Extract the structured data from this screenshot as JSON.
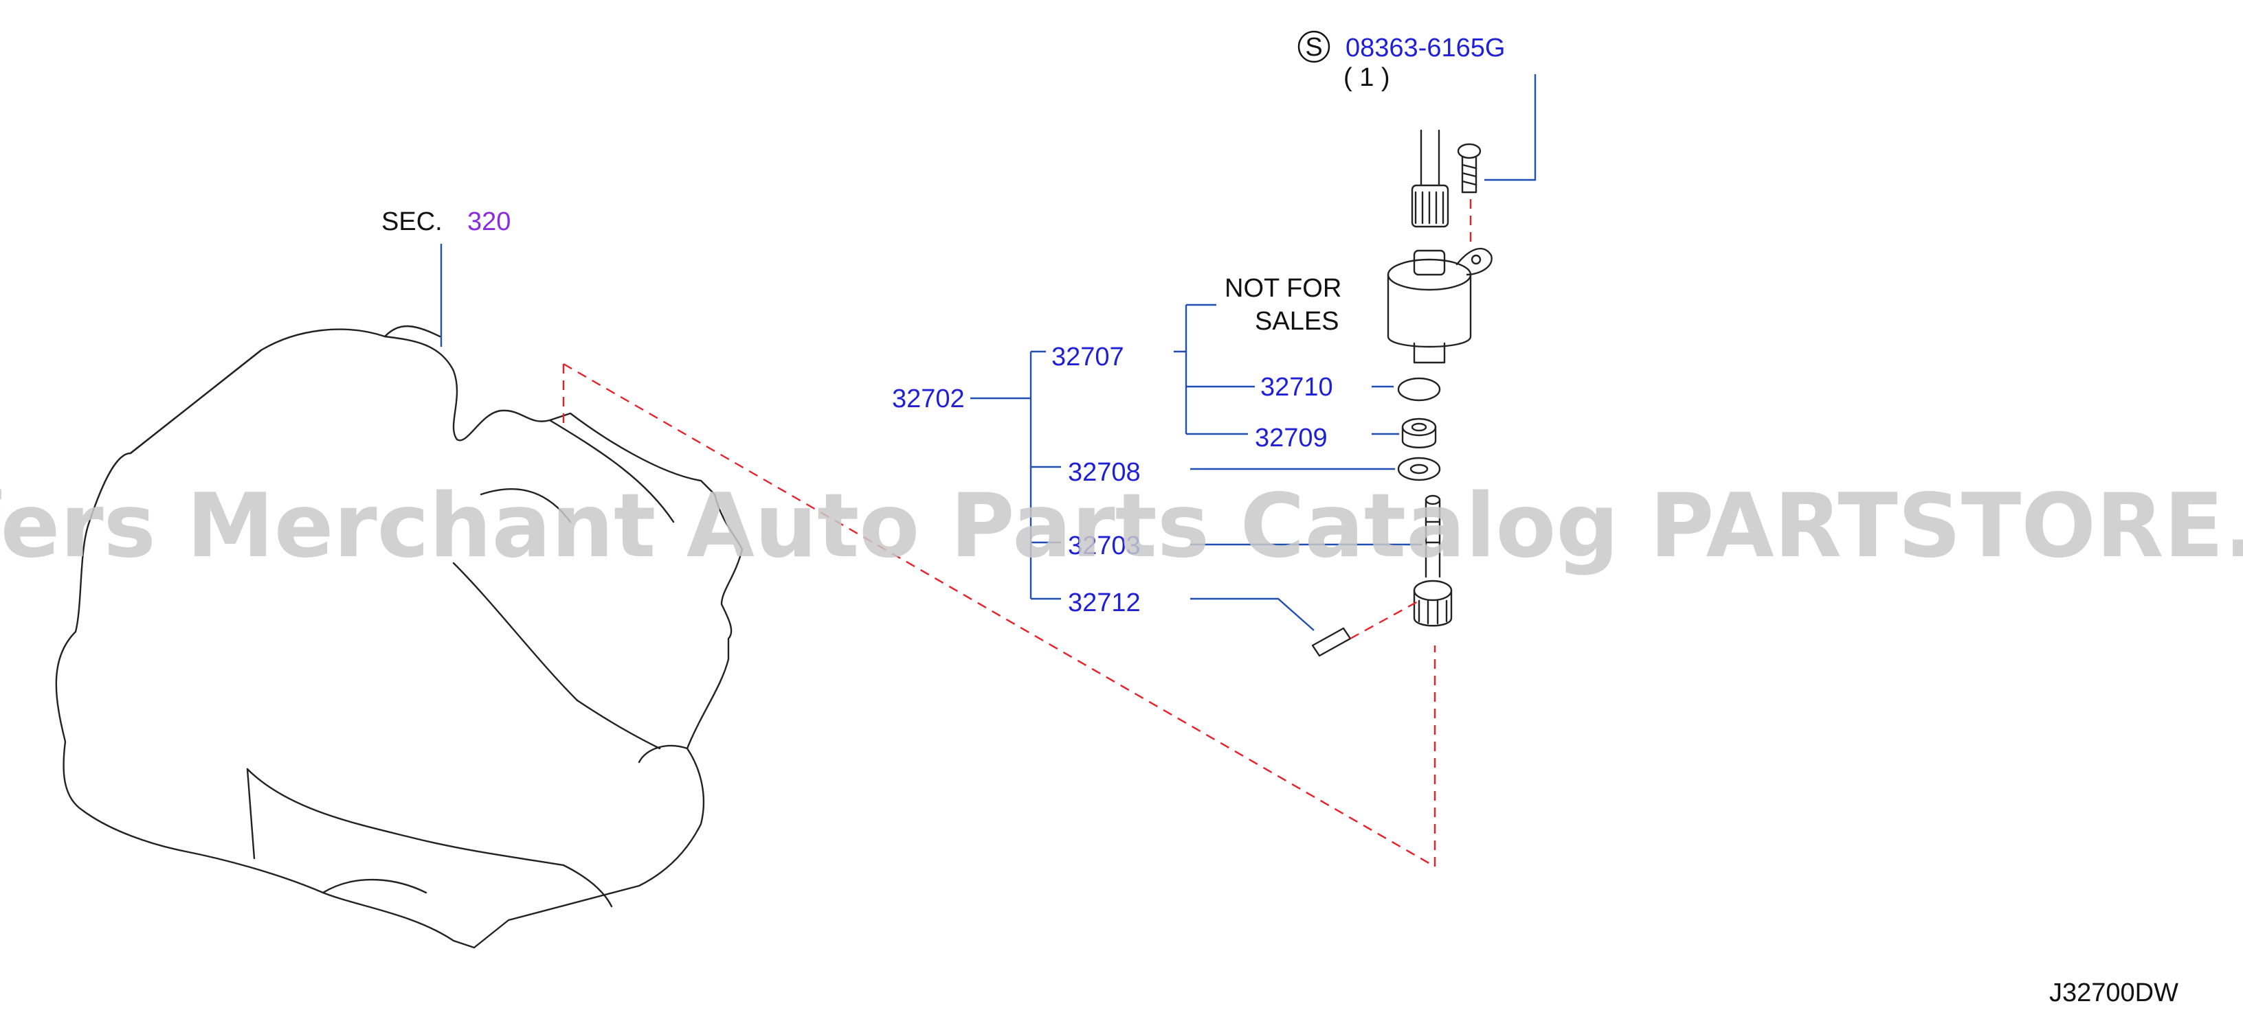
{
  "diagram": {
    "section_ref": {
      "prefix": "SEC.",
      "number": "320"
    },
    "std_part": {
      "badge": "S",
      "number": "08363-6165G",
      "qty": "( 1 )"
    },
    "note": {
      "line1": "NOT FOR",
      "line2": "SALES"
    },
    "parts": {
      "assembly": "32702",
      "sensor": "32707",
      "o_ring": "32710",
      "bushing": "32709",
      "washer": "32708",
      "pinion": "32703",
      "pin": "32712"
    },
    "drawing_code": "J32700DW",
    "watermark": "Offers Merchant Auto Parts Catalog PARTSTORE.SA",
    "colors": {
      "part_number": "#1f1fd6",
      "leader": "#1f4fb0",
      "hidden_line": "#e8202a",
      "section_number": "#8a2be2"
    }
  }
}
